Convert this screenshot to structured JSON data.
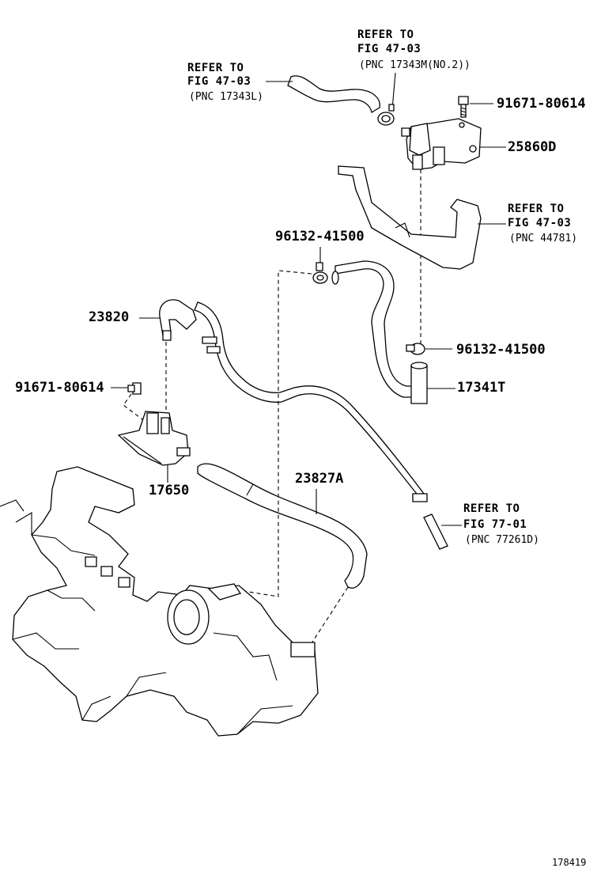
{
  "refs": {
    "ref1": {
      "line1": "REFER TO",
      "line2": "FIG 47-03",
      "pnc": "(PNC 17343L)"
    },
    "ref2": {
      "line1": "REFER TO",
      "line2": "FIG 47-03",
      "pnc": "(PNC 17343M(NO.2))"
    },
    "ref3": {
      "line1": "REFER TO",
      "line2": "FIG 47-03",
      "pnc": "(PNC 44781)"
    },
    "ref4": {
      "line1": "REFER TO",
      "line2": "FIG 77-01",
      "pnc": "(PNC 77261D)"
    }
  },
  "parts": {
    "bolt_top": "91671-80614",
    "bracket_valve": "25860D",
    "clamp_upper": "96132-41500",
    "clamp_lower": "96132-41500",
    "hose_right": "17341T",
    "hose_left_top": "23820",
    "bolt_left": "91671-80614",
    "valve_left": "17650",
    "hose_long": "23827A"
  },
  "figure_number": "178419"
}
